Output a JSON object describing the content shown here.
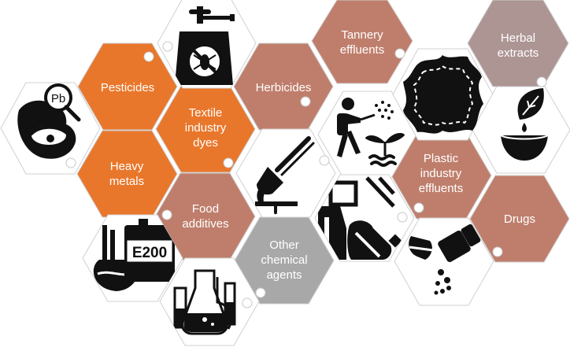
{
  "colors": {
    "orange": "#E9772B",
    "rose": "#BF7E6C",
    "mauve": "#AD9594",
    "grey": "#A8A8A8",
    "icon_bg": "#FFFFFF"
  },
  "categories": {
    "pesticides": "Pesticides",
    "herbicides": "Herbicides",
    "tannery": "Tannery\neffluents",
    "herbal": "Herbal\nextracts",
    "textile": "Textile\nindustry\ndyes",
    "heavy_metals": "Heavy\nmetals",
    "plastic": "Plastic\nindustry\neffluents",
    "food_additives": "Food\nadditives",
    "drugs": "Drugs",
    "other_chemical": "Other\nchemical\nagents"
  },
  "icons": {
    "lead": "Pb",
    "food_code": "E200",
    "sprayer": "sprayer-no-bug-icon",
    "farmer": "farmer-spraying-icon",
    "leather": "leather-hide-icon",
    "leaf_bowl": "herbal-leaf-bowl-icon",
    "paint_brush": "paint-brush-icon",
    "bottles": "plastic-bottles-icon",
    "pills": "pill-bottle-icon",
    "flasks": "lab-flasks-icon"
  }
}
